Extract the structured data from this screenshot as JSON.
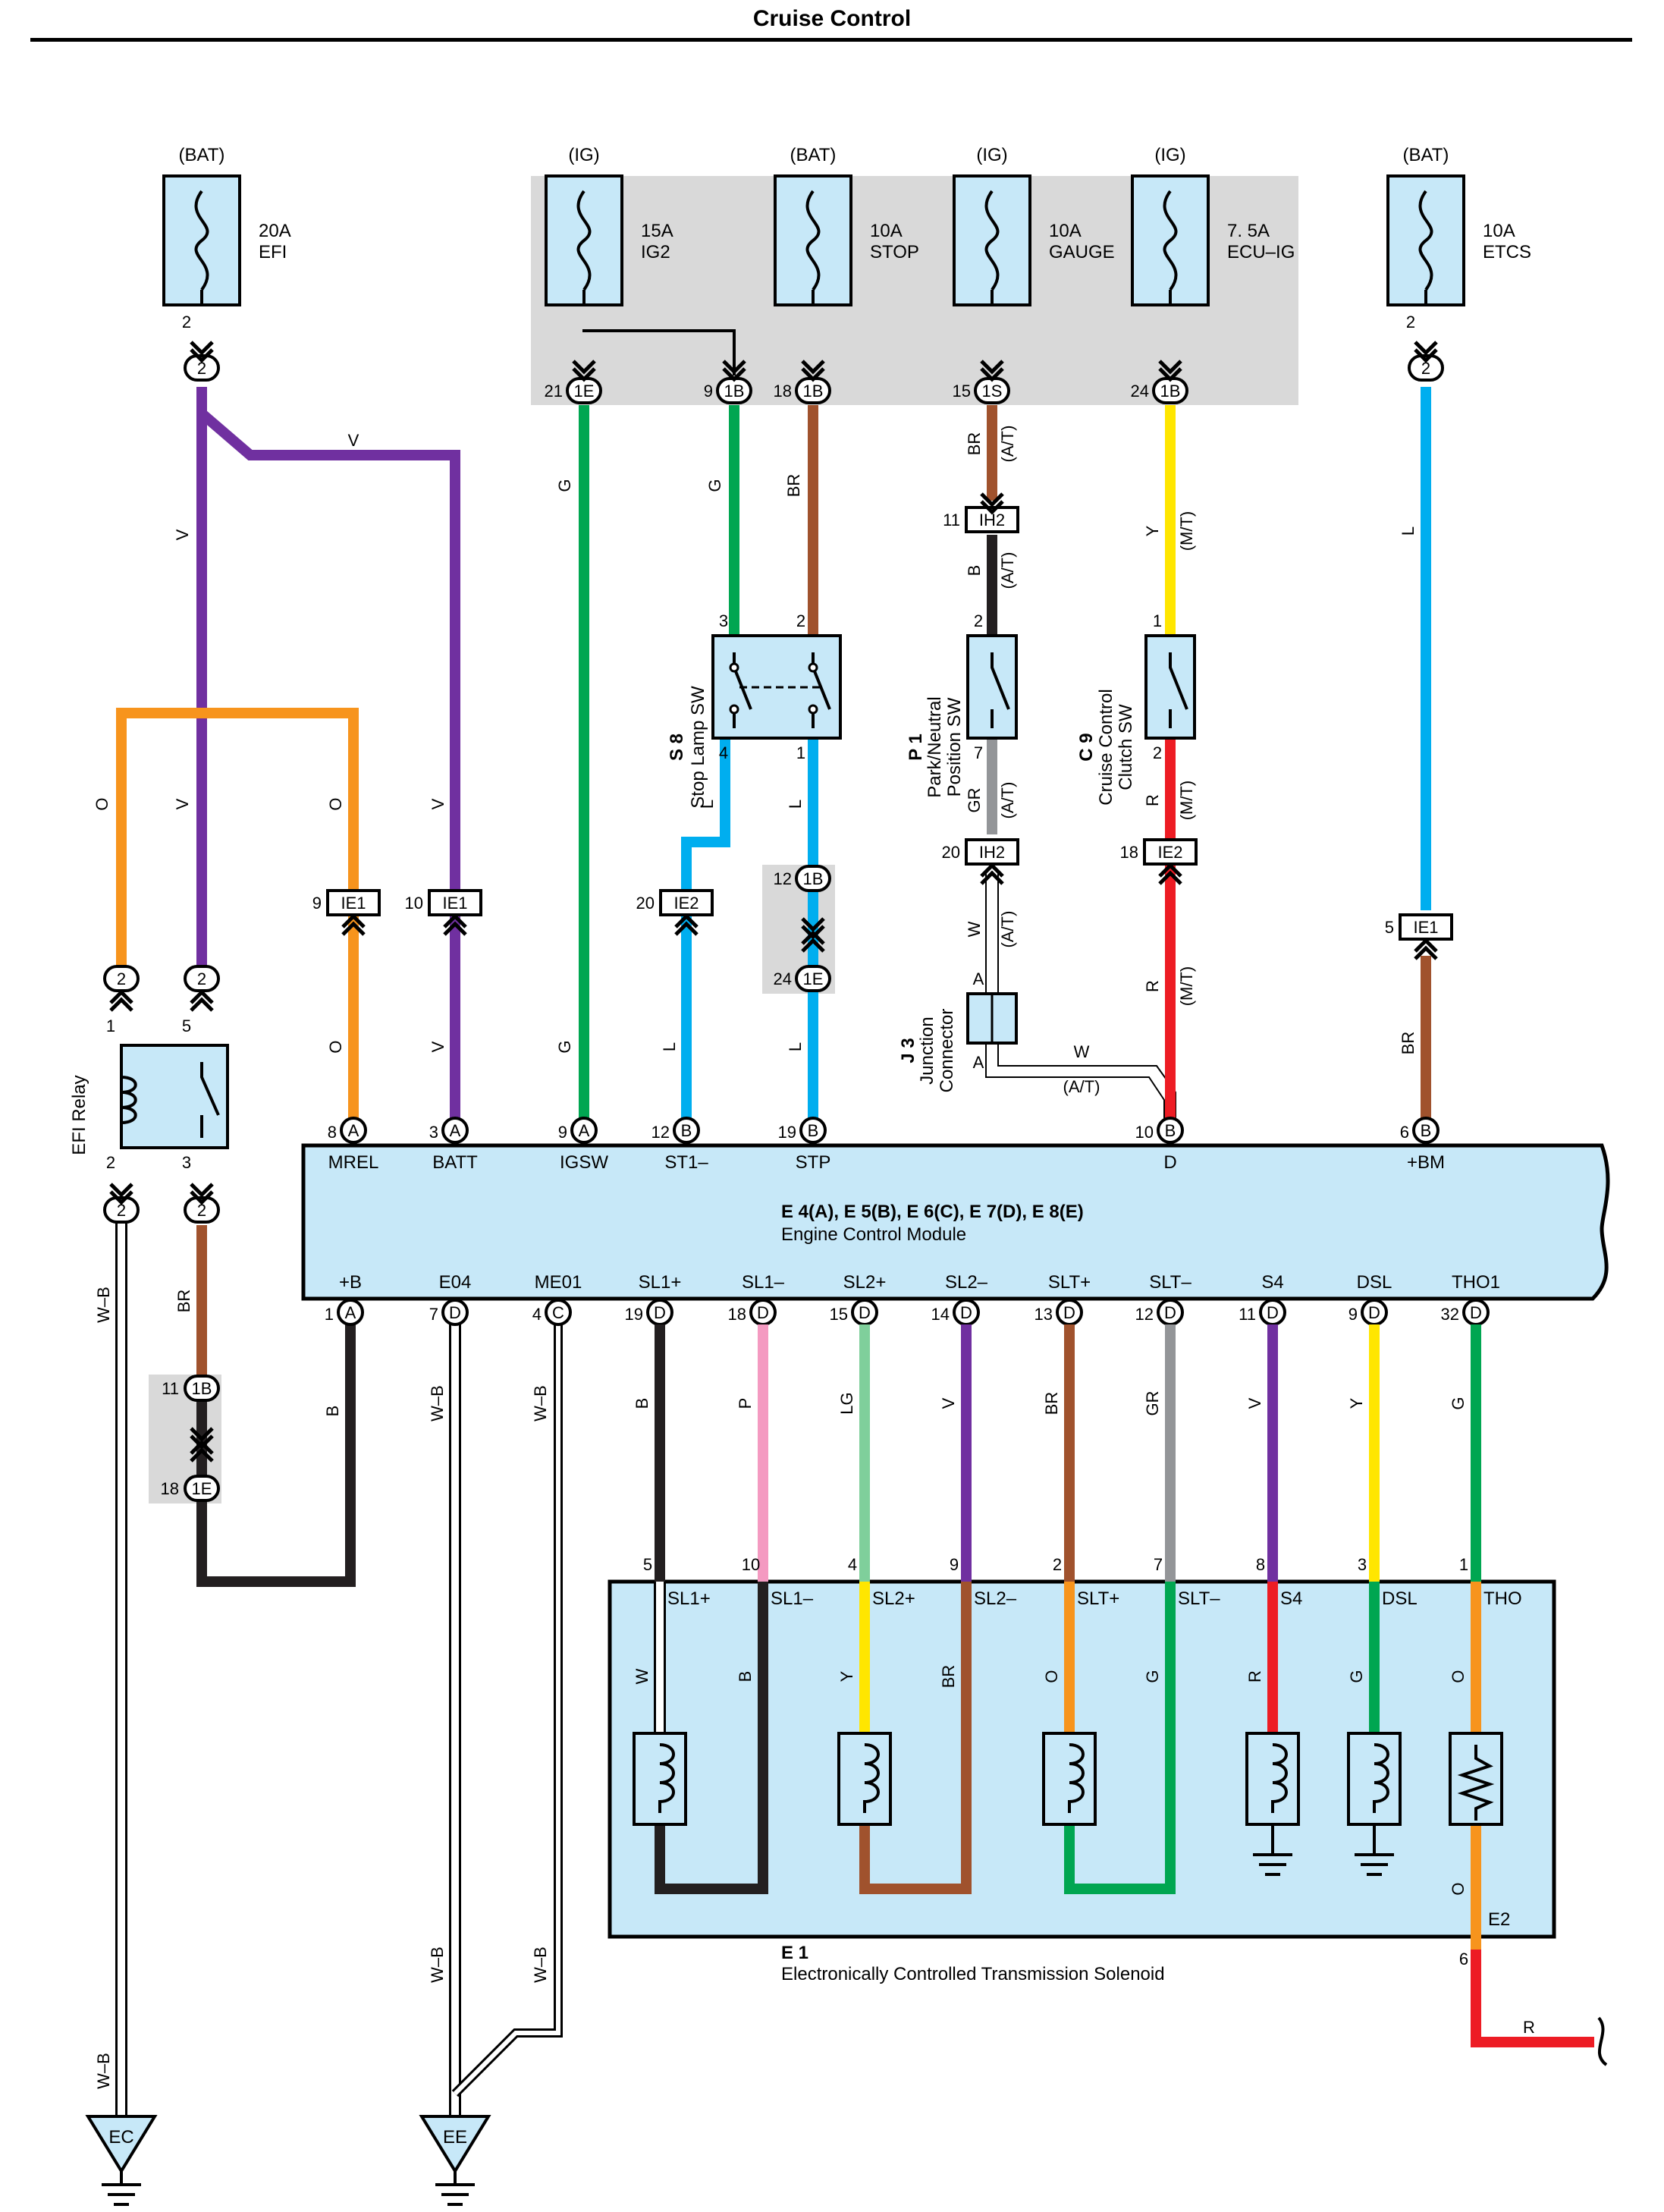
{
  "title": "Cruise Control",
  "fuses": [
    {
      "supply": "(BAT)",
      "rating": "20A",
      "name": "EFI"
    },
    {
      "supply": "(IG)",
      "rating": "15A",
      "name": "IG2"
    },
    {
      "supply": "(BAT)",
      "rating": "10A",
      "name": "STOP"
    },
    {
      "supply": "(IG)",
      "rating": "10A",
      "name": "GAUGE"
    },
    {
      "supply": "(IG)",
      "rating": "7. 5A",
      "name": "ECU–IG"
    },
    {
      "supply": "(BAT)",
      "rating": "10A",
      "name": "ETCS"
    }
  ],
  "connectors": [
    {
      "pin": "21",
      "code": "1E"
    },
    {
      "pin": "9",
      "code": "1B"
    },
    {
      "pin": "18",
      "code": "1B"
    },
    {
      "pin": "15",
      "code": "1S"
    },
    {
      "pin": "24",
      "code": "1B"
    },
    {
      "pin": "11",
      "code": "IH2"
    },
    {
      "pin": "20",
      "code": "IH2"
    },
    {
      "pin": "18",
      "code": "IE2"
    },
    {
      "pin": "9",
      "code": "IE1"
    },
    {
      "pin": "10",
      "code": "IE1"
    },
    {
      "pin": "20",
      "code": "IE2"
    },
    {
      "pin": "12",
      "code": "1B"
    },
    {
      "pin": "24",
      "code": "1E"
    },
    {
      "pin": "5",
      "code": "IE1"
    },
    {
      "pin": "11",
      "code": "1B"
    },
    {
      "pin": "18",
      "code": "1E"
    }
  ],
  "components": {
    "stop_lamp": {
      "id": "S 8",
      "name": "Stop Lamp SW"
    },
    "park_neutral": {
      "id": "P 1",
      "name1": "Park/Neutral",
      "name2": "Position SW"
    },
    "clutch": {
      "id": "C 9",
      "name1": "Cruise Control",
      "name2": "Clutch SW"
    },
    "junction": {
      "id": "J 3",
      "name1": "Junction",
      "name2": "Connector"
    },
    "efi_relay": {
      "name": "EFI Relay"
    }
  },
  "ecm": {
    "connectors": "E 4(A), E 5(B), E 6(C), E 7(D), E 8(E)",
    "name": "Engine Control Module",
    "top_terminals": [
      {
        "pin": "8",
        "conn": "A",
        "label": "MREL"
      },
      {
        "pin": "3",
        "conn": "A",
        "label": "BATT"
      },
      {
        "pin": "9",
        "conn": "A",
        "label": "IGSW"
      },
      {
        "pin": "12",
        "conn": "B",
        "label": "ST1–"
      },
      {
        "pin": "19",
        "conn": "B",
        "label": "STP"
      },
      {
        "pin": "10",
        "conn": "B",
        "label": "D"
      },
      {
        "pin": "6",
        "conn": "B",
        "label": "+BM"
      }
    ],
    "bottom_terminals": [
      {
        "pin": "1",
        "conn": "A",
        "label": "+B"
      },
      {
        "pin": "7",
        "conn": "D",
        "label": "E04"
      },
      {
        "pin": "4",
        "conn": "C",
        "label": "ME01"
      },
      {
        "pin": "19",
        "conn": "D",
        "label": "SL1+"
      },
      {
        "pin": "18",
        "conn": "D",
        "label": "SL1–"
      },
      {
        "pin": "15",
        "conn": "D",
        "label": "SL2+"
      },
      {
        "pin": "14",
        "conn": "D",
        "label": "SL2–"
      },
      {
        "pin": "13",
        "conn": "D",
        "label": "SLT+"
      },
      {
        "pin": "12",
        "conn": "D",
        "label": "SLT–"
      },
      {
        "pin": "11",
        "conn": "D",
        "label": "S4"
      },
      {
        "pin": "9",
        "conn": "D",
        "label": "DSL"
      },
      {
        "pin": "32",
        "conn": "D",
        "label": "THO1"
      }
    ]
  },
  "solenoid": {
    "id": "E 1",
    "name": "Electronically Controlled Transmission Solenoid",
    "pins": [
      "5",
      "10",
      "4",
      "9",
      "2",
      "7",
      "8",
      "3",
      "1"
    ],
    "labels": [
      "SL1+",
      "SL1–",
      "SL2+",
      "SL2–",
      "SLT+",
      "SLT–",
      "S4",
      "DSL",
      "THO"
    ],
    "e2_label": "E2",
    "e2_pin": "6"
  },
  "wire_colors": {
    "V": "V",
    "O": "O",
    "G": "G",
    "BR": "BR",
    "Y": "Y",
    "L": "L",
    "B": "B",
    "GR": "GR",
    "R": "R",
    "W": "W",
    "WB": "W–B",
    "P": "P",
    "LG": "LG"
  },
  "notes": {
    "at": "(A/T)",
    "mt": "(M/T)"
  },
  "grounds": [
    "EC",
    "EE"
  ],
  "palette": {
    "violet": "#7030a0",
    "orange": "#f7941d",
    "green": "#00a651",
    "brown": "#a0522d",
    "yellow": "#ffe600",
    "blue": "#00aeef",
    "red": "#ed1c24",
    "black": "#231f20",
    "gray": "#939598",
    "pink": "#f49ac1",
    "lightgreen": "#7fcf9b",
    "white": "#ffffff",
    "panel": "#d9d9d9",
    "component": "#c7e8f8"
  }
}
